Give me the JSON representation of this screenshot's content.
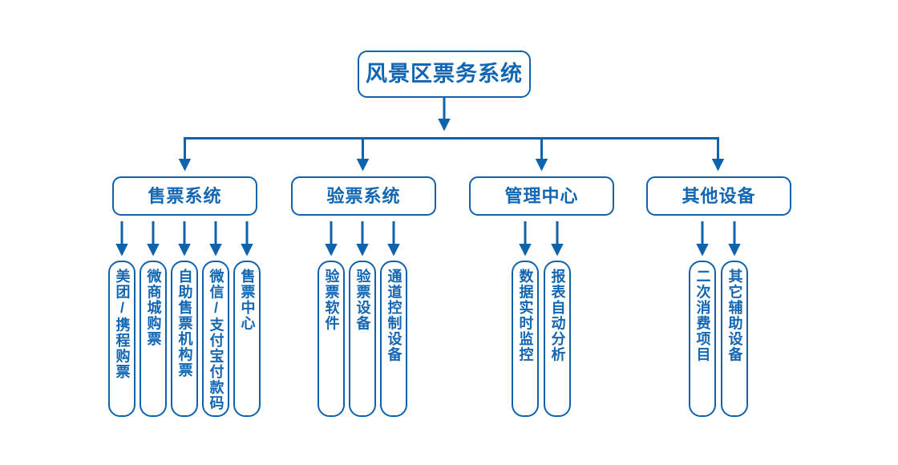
{
  "diagram": {
    "title": "风景区票务系统",
    "accent_color": "#0f62ac",
    "text_color": "#1266b2",
    "background": "#ffffff",
    "root": {
      "label": "风景区票务系统"
    },
    "categories": [
      {
        "label": "售票系统",
        "children": [
          {
            "label": "美团/携程购票"
          },
          {
            "label": "微商城购票"
          },
          {
            "label": "自助售票机构票"
          },
          {
            "label": "微信/支付宝付款码"
          },
          {
            "label": "售票中心"
          }
        ]
      },
      {
        "label": "验票系统",
        "children": [
          {
            "label": "验票软件"
          },
          {
            "label": "验票设备"
          },
          {
            "label": "通道控制设备"
          }
        ]
      },
      {
        "label": "管理中心",
        "children": [
          {
            "label": "数据实时监控"
          },
          {
            "label": "报表自动分析"
          }
        ]
      },
      {
        "label": "其他设备",
        "children": [
          {
            "label": "二次消费项目"
          },
          {
            "label": "其它辅助设备"
          }
        ]
      }
    ]
  }
}
